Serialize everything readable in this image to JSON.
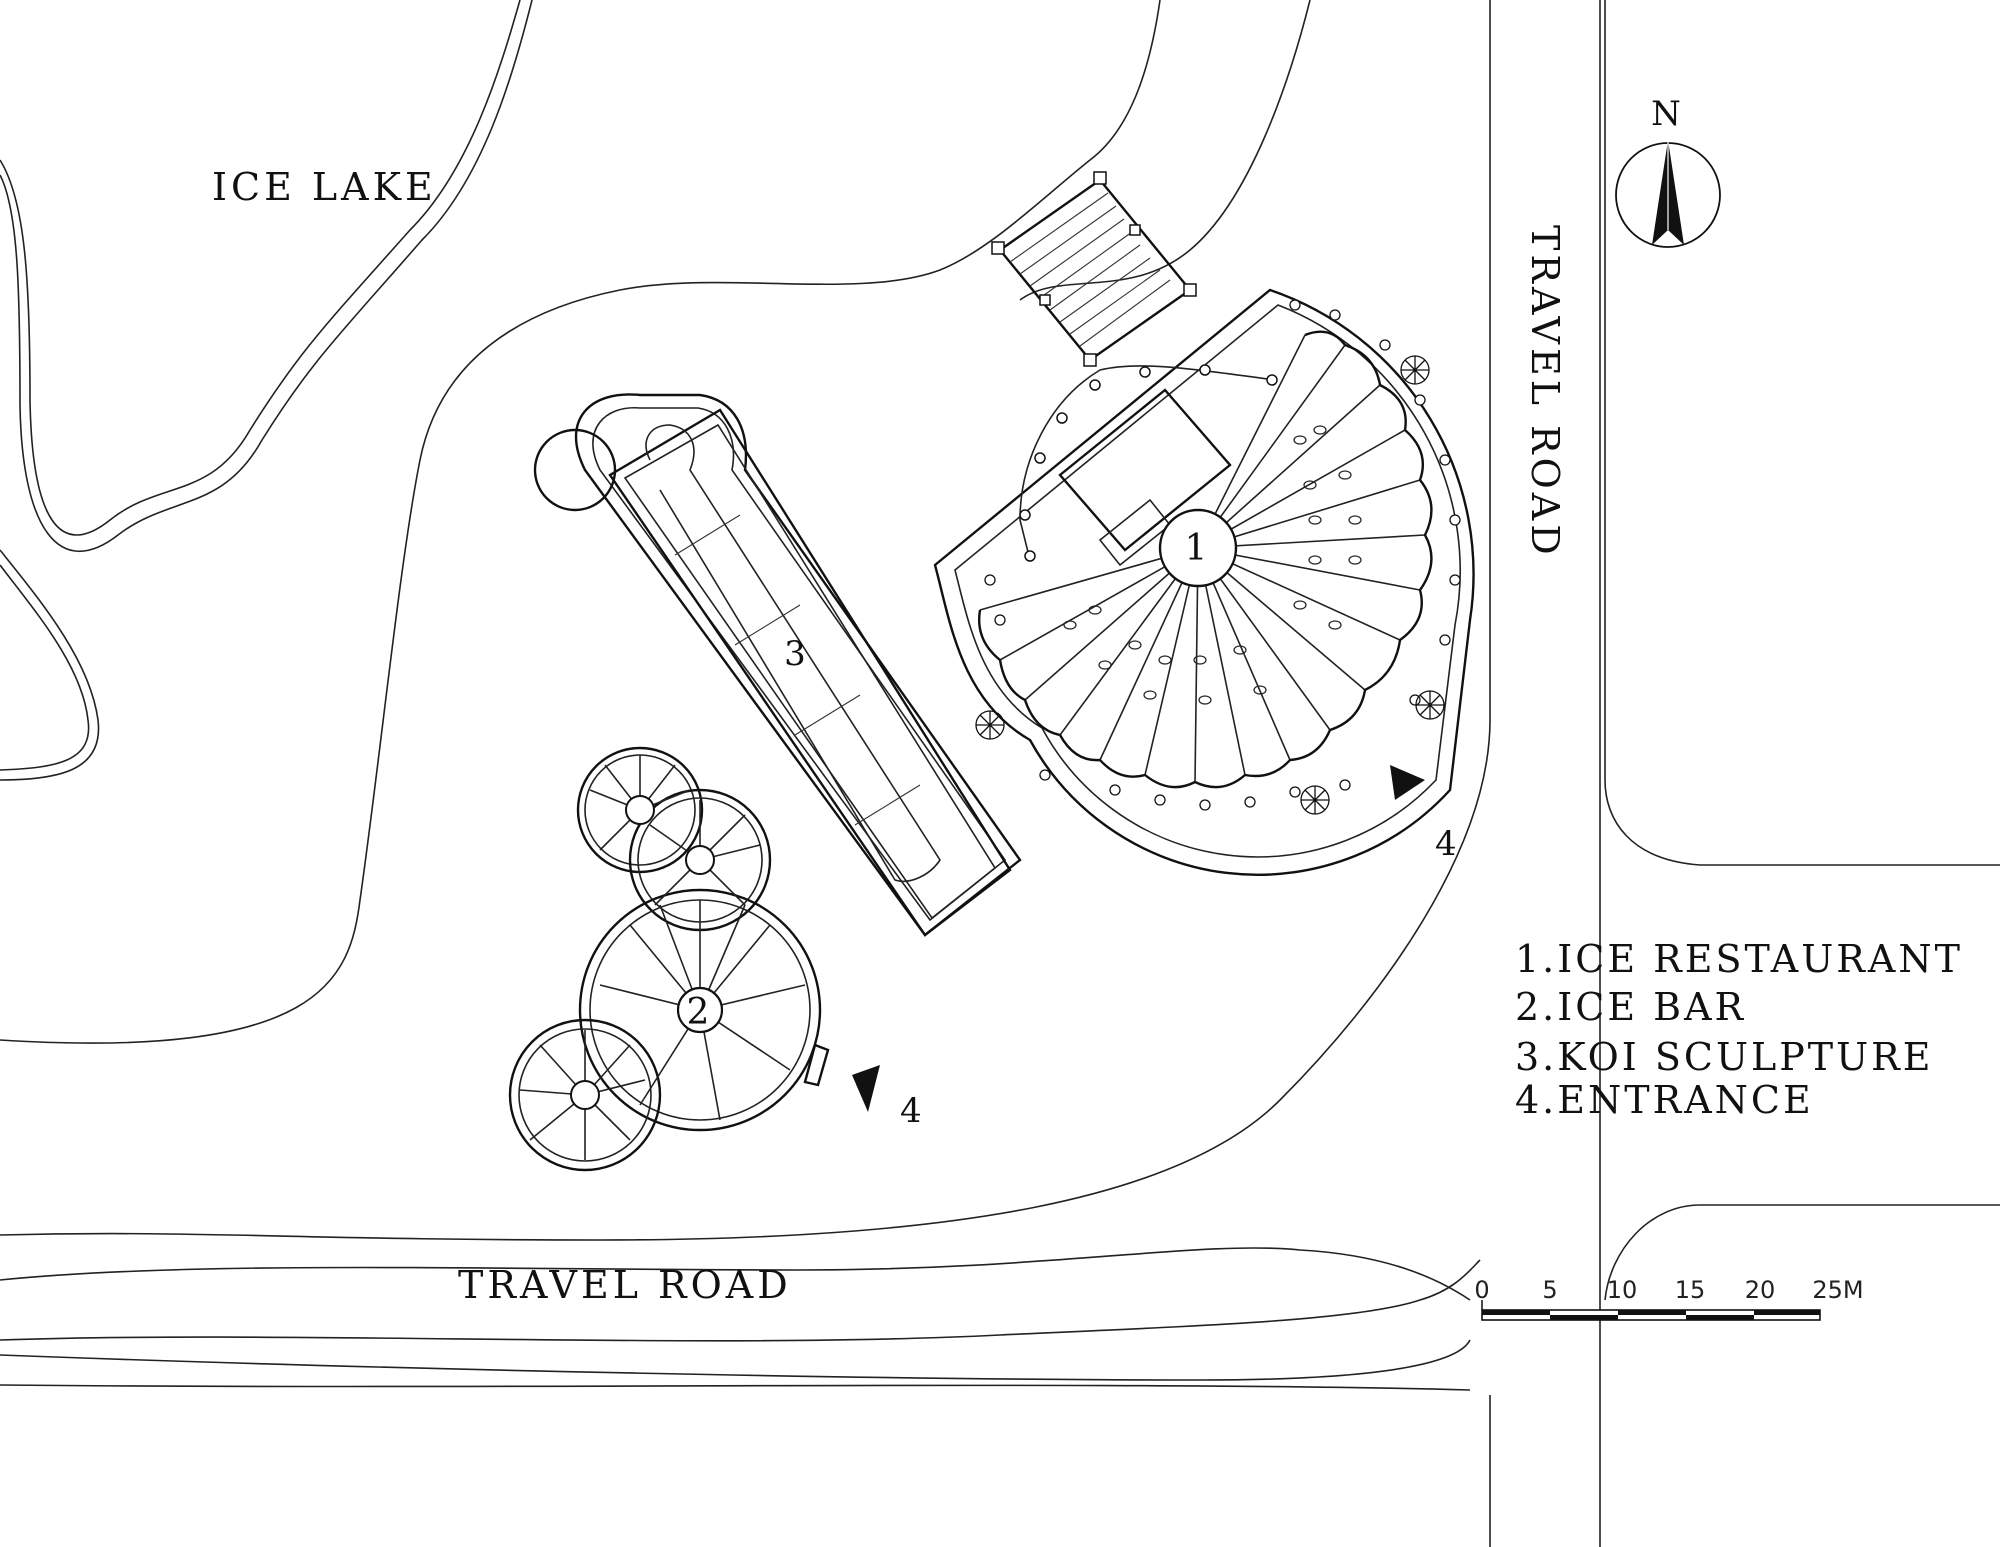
{
  "labels": {
    "ice_lake": "ICE LAKE",
    "travel_road_right": "TRAVEL ROAD",
    "travel_road_bottom": "TRAVEL ROAD",
    "north": "N"
  },
  "building_numbers": {
    "restaurant": "1",
    "bar": "2",
    "koi": "3",
    "entrance_a": "4",
    "entrance_b": "4"
  },
  "legend": [
    "1.ICE RESTAURANT",
    "2.ICE BAR",
    "3.KOI SCULPTURE",
    "4.ENTRANCE"
  ],
  "scale_bar": {
    "ticks": [
      "0",
      "5",
      "10",
      "15",
      "20",
      "25M"
    ]
  },
  "icons": {
    "north_arrow": "north-arrow-icon",
    "entrance_marker": "triangle-marker-icon",
    "planter": "tree-icon"
  }
}
